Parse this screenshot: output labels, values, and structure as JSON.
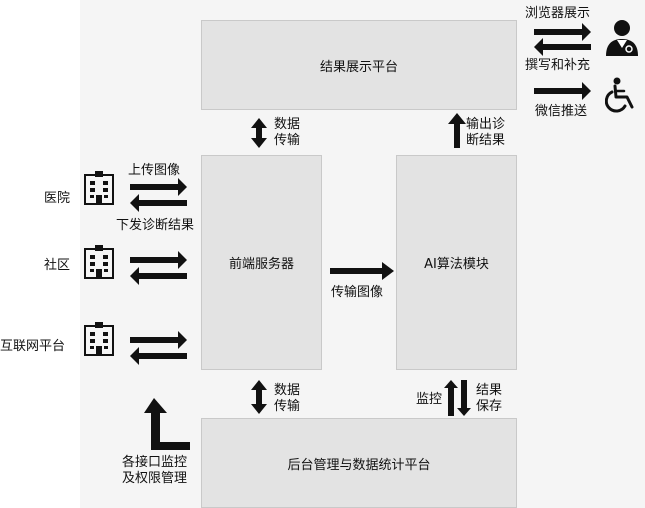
{
  "boxes": {
    "result_platform": "结果展示平台",
    "frontend_server": "前端服务器",
    "ai_module": "AI算法模块",
    "backend_platform": "后台管理与数据统计平台"
  },
  "sources": {
    "hospital": "医院",
    "community": "社区",
    "internet_platform": "互联网平台"
  },
  "labels": {
    "upload_images": "上传图像",
    "download_results_line1": "下发诊断结果",
    "data_transfer_top_1": "数据",
    "data_transfer_top_2": "传输",
    "output_results_1": "输出诊",
    "output_results_2": "断结果",
    "transfer_images": "传输图像",
    "data_transfer_bottom_1": "数据",
    "data_transfer_bottom_2": "传输",
    "monitor": "监控",
    "save_results_1": "结果",
    "save_results_2": "保存",
    "interface_monitor_1": "各接口监控",
    "interface_monitor_2": "及权限管理",
    "browser_display": "浏览器展示",
    "write_supplement": "撰写和补充",
    "wechat_push": "微信推送"
  },
  "icons": {
    "building": "building-icon",
    "doctor": "doctor-icon",
    "patient": "wheelchair-icon"
  },
  "colors": {
    "panel": "#f5f5f5",
    "box": "#e3e3e3",
    "arrow": "#111111"
  }
}
